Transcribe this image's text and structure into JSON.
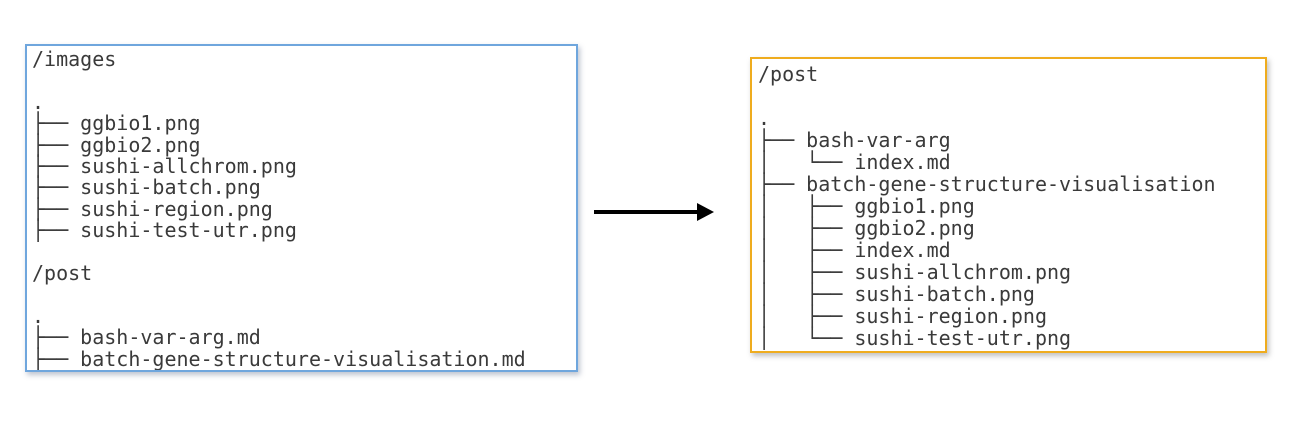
{
  "before_panel": {
    "border_color": "#6fa6dd",
    "lines": [
      "/images",
      "",
      ".",
      "├── ggbio1.png",
      "├── ggbio2.png",
      "├── sushi-allchrom.png",
      "├── sushi-batch.png",
      "├── sushi-region.png",
      "├── sushi-test-utr.png",
      "",
      "/post",
      "",
      ".",
      "├── bash-var-arg.md",
      "├── batch-gene-structure-visualisation.md"
    ]
  },
  "after_panel": {
    "border_color": "#efac1e",
    "lines": [
      "/post",
      "",
      ".",
      "├── bash-var-arg",
      "│   └── index.md",
      "├── batch-gene-structure-visualisation",
      "│   ├── ggbio1.png",
      "│   ├── ggbio2.png",
      "│   ├── index.md",
      "│   ├── sushi-allchrom.png",
      "│   ├── sushi-batch.png",
      "│   ├── sushi-region.png",
      "│   └── sushi-test-utr.png"
    ]
  },
  "arrow": {
    "direction": "right",
    "color": "#000000"
  },
  "colors": {
    "text": "#3a3a3a",
    "background": "#ffffff"
  }
}
